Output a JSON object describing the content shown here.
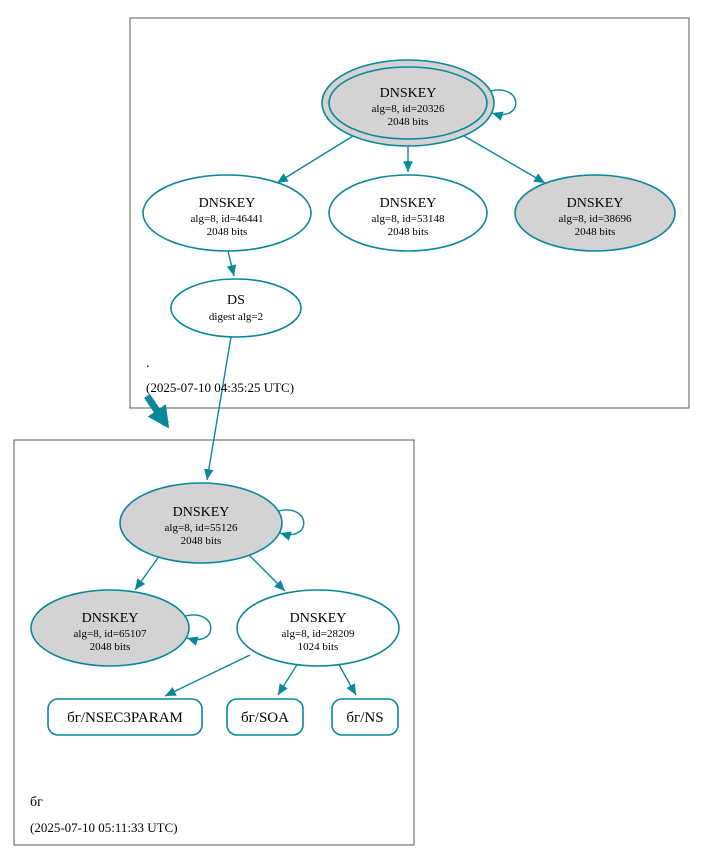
{
  "colors": {
    "edge_teal": "#0a879a",
    "node_fill_gray": "#d3d3d3",
    "node_fill_white": "#ffffff",
    "zone_border_gray": "#5a5a5a"
  },
  "zones": {
    "root": {
      "label": ".",
      "timestamp": "(2025-07-10 04:35:25 UTC)"
    },
    "bg": {
      "label": "бг",
      "timestamp": "(2025-07-10 05:11:33 UTC)"
    }
  },
  "nodes": {
    "root_ksk_20326": {
      "title": "DNSKEY",
      "detail1": "alg=8, id=20326",
      "detail2": "2048 bits"
    },
    "root_key_46441": {
      "title": "DNSKEY",
      "detail1": "alg=8, id=46441",
      "detail2": "2048 bits"
    },
    "root_key_53148": {
      "title": "DNSKEY",
      "detail1": "alg=8, id=53148",
      "detail2": "2048 bits"
    },
    "root_key_38696": {
      "title": "DNSKEY",
      "detail1": "alg=8, id=38696",
      "detail2": "2048 bits"
    },
    "root_ds": {
      "title": "DS",
      "detail1": "digest alg=2"
    },
    "bg_ksk_55126": {
      "title": "DNSKEY",
      "detail1": "alg=8, id=55126",
      "detail2": "2048 bits"
    },
    "bg_key_65107": {
      "title": "DNSKEY",
      "detail1": "alg=8, id=65107",
      "detail2": "2048 bits"
    },
    "bg_key_28209": {
      "title": "DNSKEY",
      "detail1": "alg=8, id=28209",
      "detail2": "1024 bits"
    },
    "bg_rrset_nsec3param": {
      "label": "бг/NSEC3PARAM"
    },
    "bg_rrset_soa": {
      "label": "бг/SOA"
    },
    "bg_rrset_ns": {
      "label": "бг/NS"
    }
  }
}
